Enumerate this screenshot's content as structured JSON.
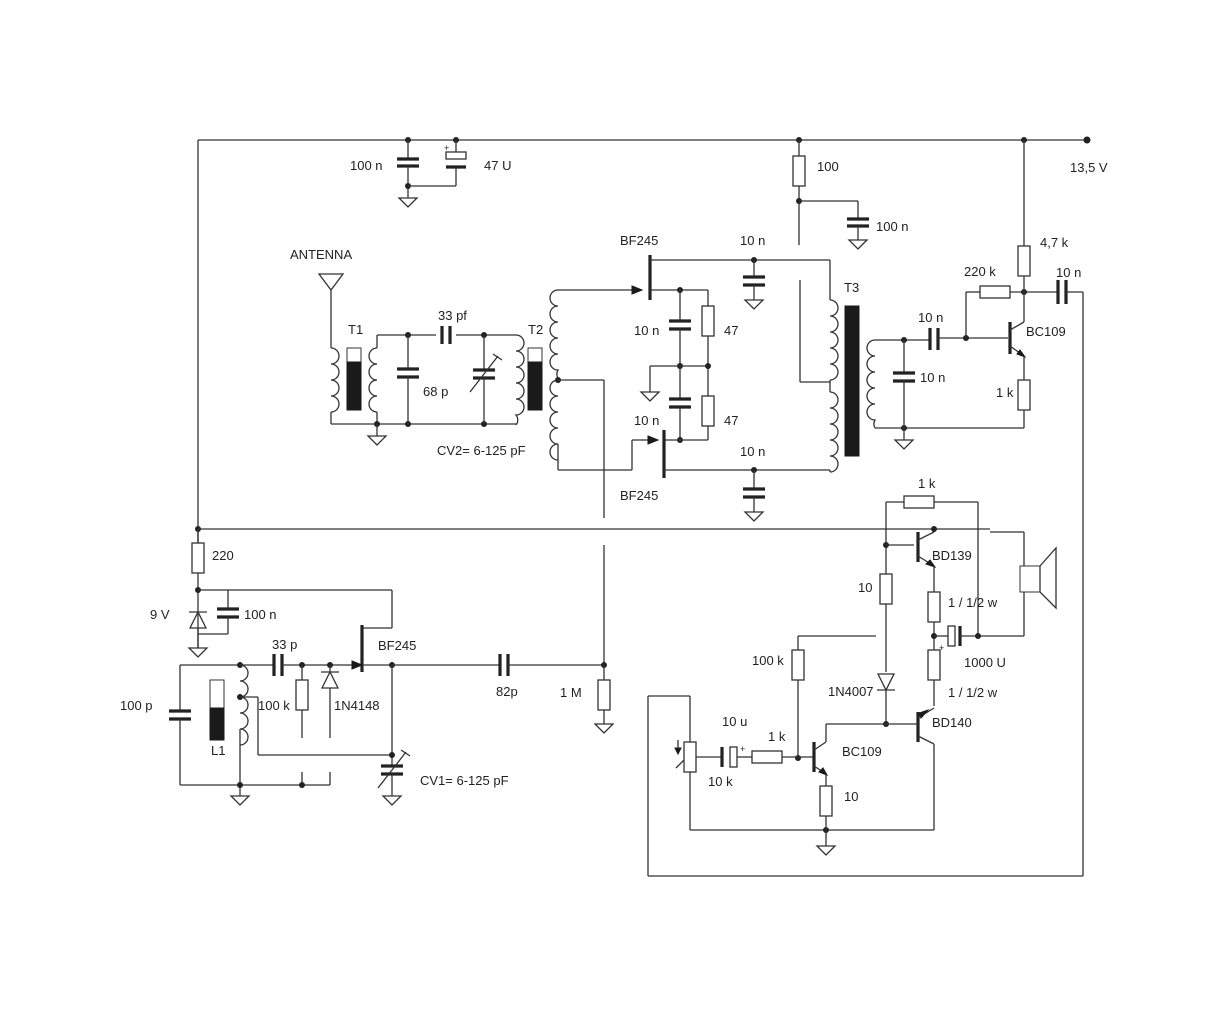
{
  "labels": {
    "supply_voltage": "13,5 V",
    "antenna": "ANTENNA",
    "t1": "T1",
    "t2": "T2",
    "t3": "T3",
    "l1": "L1",
    "c_100n_top": "100 n",
    "c_47u": "47 U",
    "r_100": "100",
    "c_100n_right": "100 n",
    "q_bf245_top": "BF245",
    "c_10n_top": "10 n",
    "r_4k7": "4,7 k",
    "r_220k": "220 k",
    "c_10n_out": "10 n",
    "c_33pf": "33 pf",
    "c_68p": "68 p",
    "cv2": "CV2= 6-125 pF",
    "c_10n_src1": "10 n",
    "r_47_a": "47",
    "c_10n_src2": "10 n",
    "r_47_b": "47",
    "c_10n_bot": "10 n",
    "q_bf245_bot": "BF245",
    "c_10n_t3a": "10 n",
    "c_10n_t3b": "10 n",
    "q_bc109_if": "BC109",
    "r_1k_if": "1 k",
    "r_220": "220",
    "zener_9v": "9 V",
    "c_100n_zener": "100 n",
    "c_33p": "33 p",
    "q_bf245_osc": "BF245",
    "r_100k_gate": "100 k",
    "d_1n4148": "1N4148",
    "c_100p": "100 p",
    "c_82p": "82p",
    "r_1m": "1 M",
    "cv1": "CV1= 6-125 pF",
    "r_1k_fb": "1 k",
    "q_bd139": "BD139",
    "r_10_bias": "10",
    "r_1ohm_a": "1 / 1/2 w",
    "c_1000u": "1000 U",
    "r_1ohm_b": "1 / 1/2 w",
    "r_100k_af": "100 k",
    "d_1n4007": "1N4007",
    "q_bd140": "BD140",
    "c_10u": "10 u",
    "r_1k_af": "1 k",
    "q_bc109_af": "BC109",
    "pot_10k": "10 k",
    "r_10_em": "10"
  }
}
